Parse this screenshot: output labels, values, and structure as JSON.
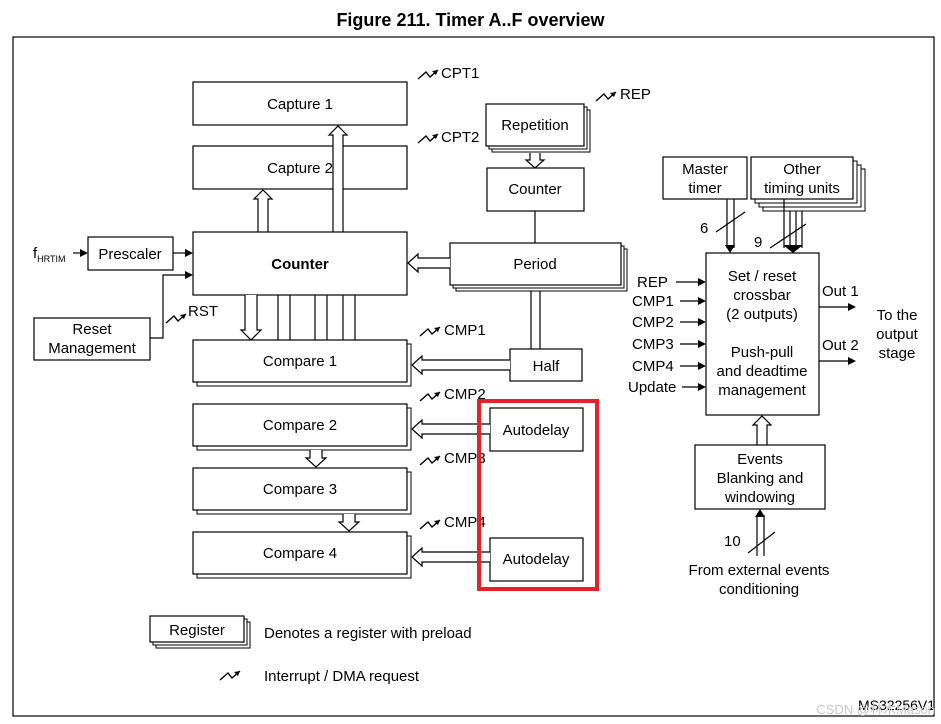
{
  "title": "Figure 211. Timer A..F overview",
  "blocks": {
    "capture1": "Capture 1",
    "capture2": "Capture 2",
    "repetition": "Repetition",
    "rep_counter": "Counter",
    "prescaler": "Prescaler",
    "main_counter": "Counter",
    "period": "Period",
    "reset_mgmt_line1": "Reset",
    "reset_mgmt_line2": "Management",
    "compare1": "Compare 1",
    "compare2": "Compare 2",
    "compare3": "Compare 3",
    "compare4": "Compare 4",
    "half": "Half",
    "autodelay_top": "Autodelay",
    "autodelay_bottom": "Autodelay",
    "master_timer_line1": "Master",
    "master_timer_line2": "timer",
    "other_units_line1": "Other",
    "other_units_line2": "timing units",
    "crossbar_lines": [
      "Set / reset",
      "crossbar",
      "(2 outputs)",
      "Push-pull",
      "and deadtime",
      "management"
    ],
    "events_lines": [
      "Events",
      "Blanking and",
      "windowing"
    ]
  },
  "signals": {
    "f_hrtim_main": "f",
    "f_hrtim_sub": "HRTIM",
    "rst": "RST",
    "cpt1": "CPT1",
    "cpt2": "CPT2",
    "rep": "REP",
    "cmp1": "CMP1",
    "cmp2": "CMP2",
    "cmp3": "CMP3",
    "cmp4": "CMP4",
    "in_rep": "REP",
    "in_cmp1": "CMP1",
    "in_cmp2": "CMP2",
    "in_cmp3": "CMP3",
    "in_cmp4": "CMP4",
    "in_update": "Update",
    "bus6": "6",
    "bus9": "9",
    "bus10": "10",
    "out1": "Out 1",
    "out2": "Out 2",
    "to_output_lines": [
      "To the",
      "output",
      "stage"
    ],
    "from_external_lines": [
      "From external events",
      "conditioning"
    ]
  },
  "legend": {
    "register_box": "Register",
    "register_desc": "Denotes a register with preload",
    "interrupt_desc": "Interrupt / DMA request"
  },
  "figure_id": "MS32256V1",
  "watermark": "CSDN @林木Mason",
  "highlight_color": "#e8202a"
}
